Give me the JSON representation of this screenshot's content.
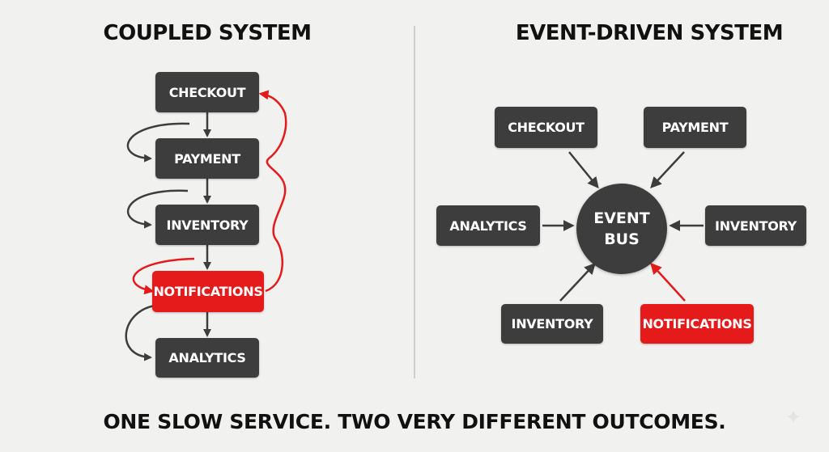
{
  "coupled": {
    "title": "COUPLED SYSTEM",
    "nodes": {
      "checkout": "CHECKOUT",
      "payment": "PAYMENT",
      "inventory": "INVENTORY",
      "notifications": "NOTIFICATIONS",
      "analytics": "ANALYTICS"
    }
  },
  "event_driven": {
    "title": "EVENT-DRIVEN SYSTEM",
    "bus_line1": "EVENT",
    "bus_line2": "BUS",
    "nodes": {
      "checkout": "CHECKOUT",
      "payment": "PAYMENT",
      "analytics": "ANALYTICS",
      "inventory_right": "INVENTORY",
      "inventory_bottom": "INVENTORY",
      "notifications": "NOTIFICATIONS"
    }
  },
  "tagline": "ONE SLOW SERVICE. TWO VERY DIFFERENT OUTCOMES.",
  "colors": {
    "background": "#f1f1f0",
    "node": "#3d3d3d",
    "alert": "#e51b1b",
    "connector": "#3d3d3d",
    "text": "#111111"
  }
}
